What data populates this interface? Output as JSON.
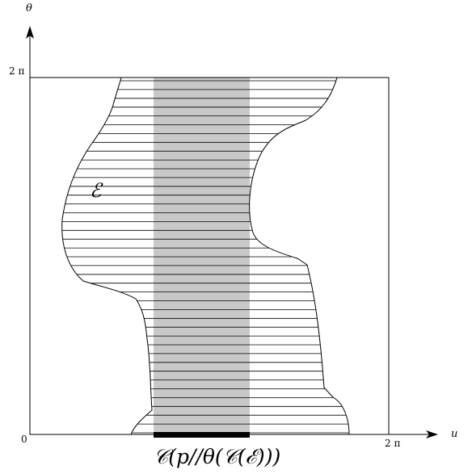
{
  "axes": {
    "vertical_label": "θ",
    "horizontal_label": "u",
    "origin_label": "0",
    "top_tick_label": "2 π",
    "right_tick_label": "2 π"
  },
  "labels": {
    "region_name": "ℰ",
    "projection_label": "𝒞(p//θ(𝒞(ℰ)))"
  },
  "colors": {
    "stroke": "#000000",
    "projection_band": "#c8c8c8",
    "projection_bar": "#000000",
    "background": "#ffffff"
  }
}
